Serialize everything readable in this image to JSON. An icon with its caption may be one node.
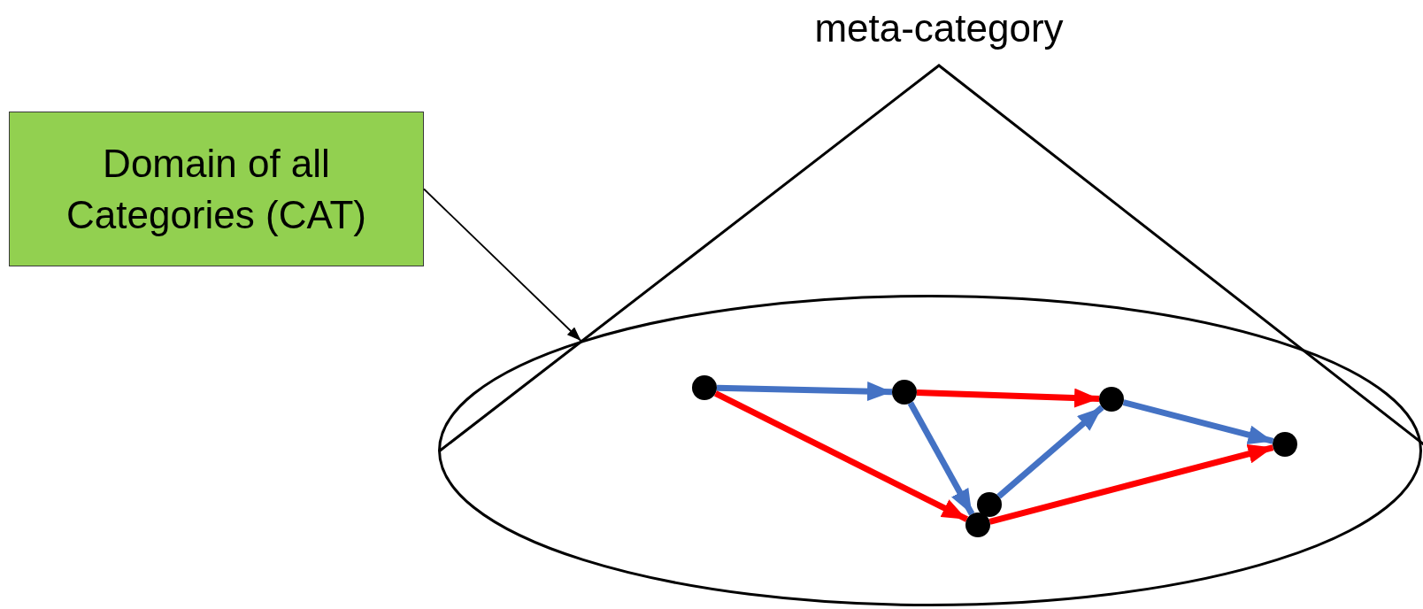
{
  "diagram": {
    "nodes": [
      {
        "text": [
          "meta-category"
        ]
      },
      {
        "text": [
          "Domain of all Categories (CAT)"
        ]
      },
      {
        "text": [],
        "shape": "ellipse"
      },
      {
        "text": [],
        "shape": "circle",
        "in": 2
      },
      {
        "text": [],
        "shape": "circle",
        "in": 2
      },
      {
        "text": [],
        "shape": "circle",
        "in": 2
      },
      {
        "text": [],
        "shape": "circle",
        "in": 2
      },
      {
        "text": [],
        "shape": "circle",
        "in": 2
      },
      {
        "text": [],
        "shape": "circle",
        "in": 2
      }
    ],
    "edges": [
      {
        "from": 1,
        "to": 2,
        "arrow": "to",
        "color": "#000000"
      },
      {
        "from": 3,
        "to": 4,
        "arrow": "to",
        "color": "#4472c4"
      },
      {
        "from": 4,
        "to": 7,
        "arrow": "to",
        "color": "#ff0000"
      },
      {
        "from": 7,
        "to": 8,
        "arrow": "to",
        "color": "#4472c4"
      },
      {
        "from": 3,
        "to": 5,
        "arrow": "to",
        "color": "#ff0000"
      },
      {
        "from": 4,
        "to": 5,
        "arrow": "to",
        "color": "#4472c4"
      },
      {
        "from": 6,
        "to": 7,
        "arrow": "to",
        "color": "#4472c4"
      },
      {
        "from": 5,
        "to": 8,
        "arrow": "to",
        "color": "#ff0000"
      }
    ]
  }
}
